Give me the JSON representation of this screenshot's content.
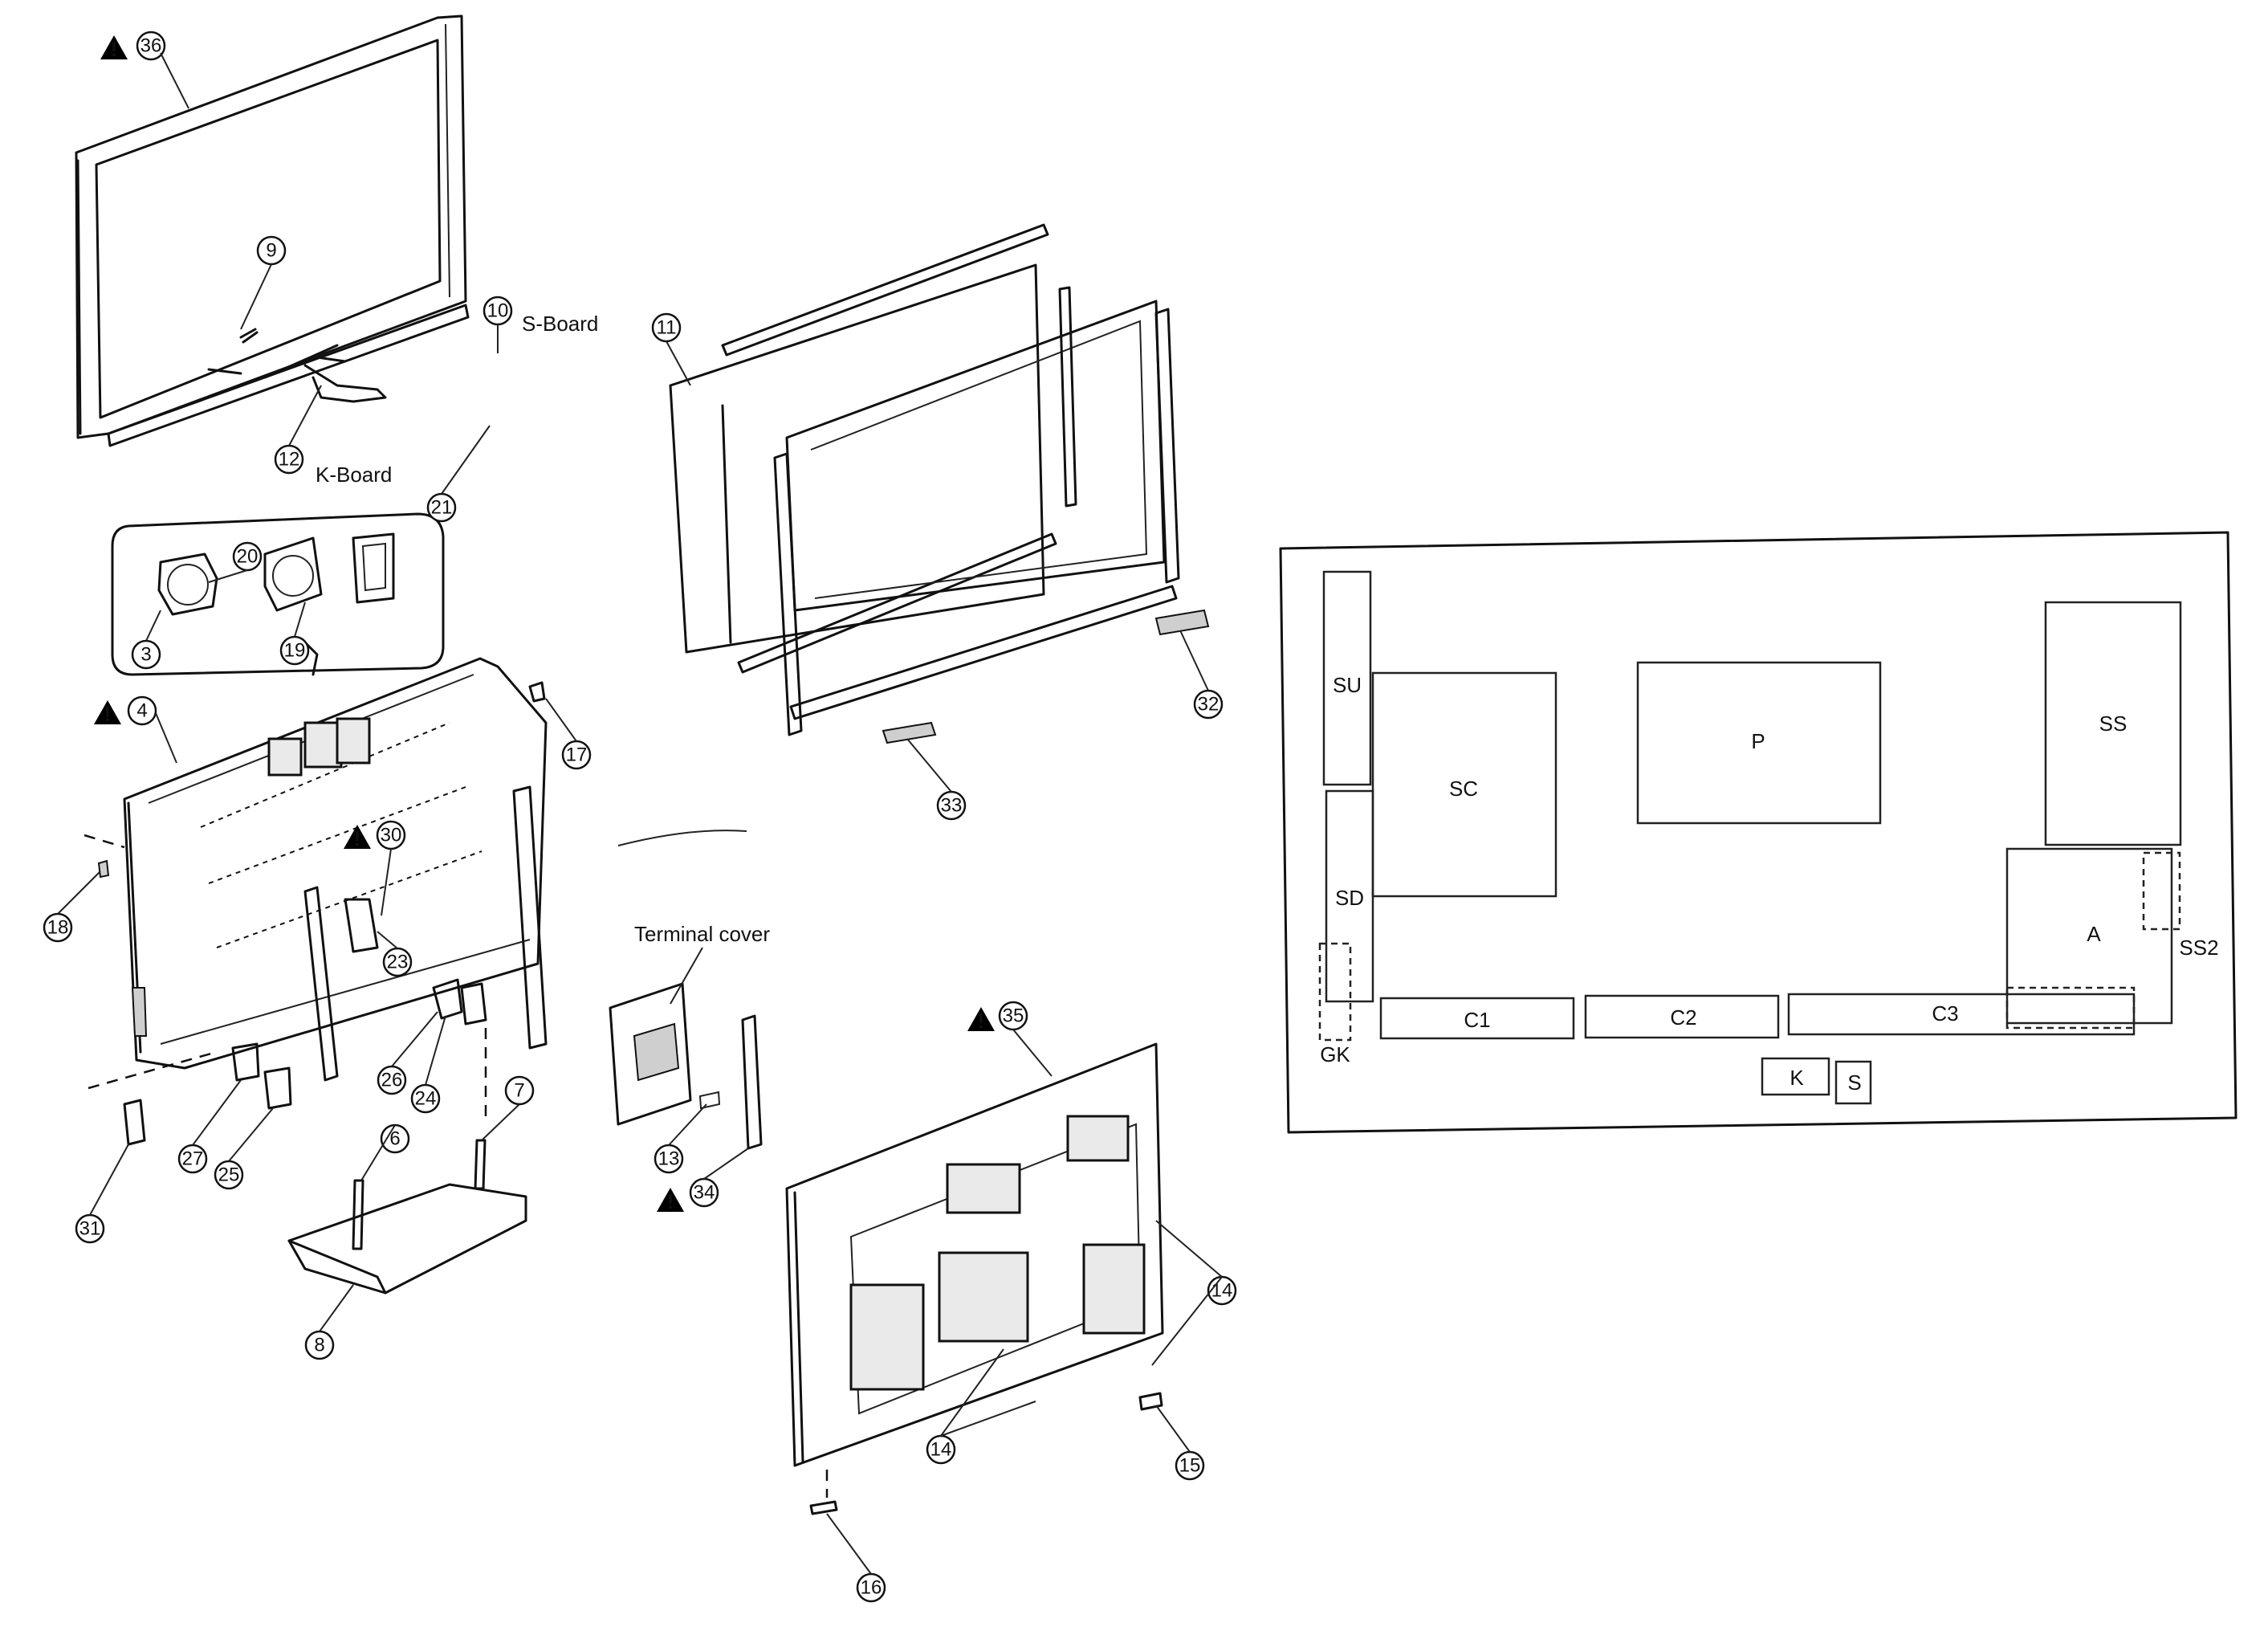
{
  "callouts": {
    "c3": "3",
    "c4": "4",
    "c6": "6",
    "c7": "7",
    "c8": "8",
    "c9": "9",
    "c10": "10",
    "c11": "11",
    "c12": "12",
    "c13": "13",
    "c14a": "14",
    "c14b": "14",
    "c15": "15",
    "c16": "16",
    "c17": "17",
    "c18": "18",
    "c19": "19",
    "c20": "20",
    "c21": "21",
    "c23": "23",
    "c24": "24",
    "c25": "25",
    "c26": "26",
    "c27": "27",
    "c30": "30",
    "c31": "31",
    "c32": "32",
    "c33": "33",
    "c34": "34",
    "c35": "35",
    "c36": "36"
  },
  "labels": {
    "s_board": "S-Board",
    "k_board": "K-Board",
    "terminal_cover": "Terminal cover"
  },
  "board_map": {
    "SU": "SU",
    "SD": "SD",
    "SC": "SC",
    "P": "P",
    "SS": "SS",
    "A": "A",
    "SS2": "SS2",
    "GK": "GK",
    "C1": "C1",
    "C2": "C2",
    "C3": "C3",
    "K": "K",
    "S": "S"
  },
  "warning_symbol": "!"
}
